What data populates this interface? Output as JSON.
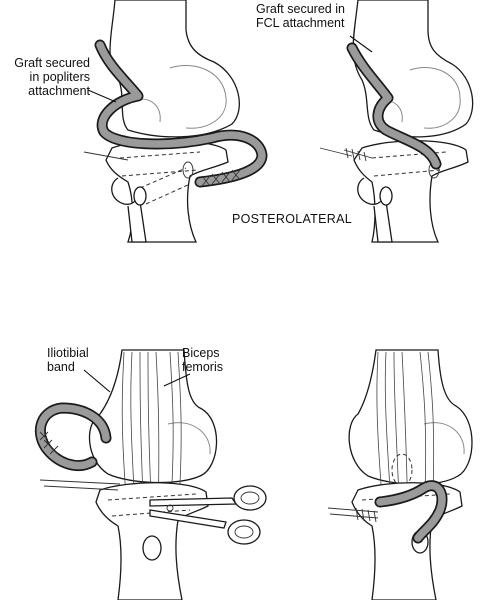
{
  "labels": {
    "graft_popliteus": "Graft secured in popliters attachment",
    "graft_popliteus_lines": [
      "Graft secured",
      "in popliters",
      "attachment"
    ],
    "graft_fcl": "Graft secured in FCL attachment",
    "graft_fcl_lines": [
      "Graft secured in",
      "FCL attachment"
    ],
    "posterolateral": "POSTEROLATERAL",
    "iliotibial_band": "Iliotibial band",
    "iliotibial_lines": [
      "Iliotibial",
      "band"
    ],
    "biceps_femoris": "Biceps femoris",
    "biceps_lines": [
      "Biceps",
      "femoris"
    ]
  },
  "colors": {
    "line": "#1a1a1a",
    "graft_fill": "#9a9a9a",
    "background": "#ffffff"
  }
}
